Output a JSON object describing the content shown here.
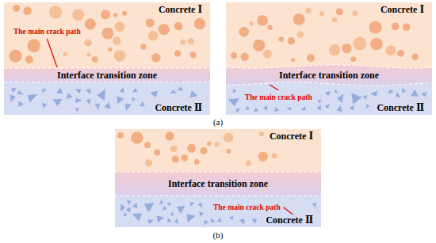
{
  "diagram": {
    "nodes": [
      {
        "text": [
          "Concrete Ⅰ"
        ]
      },
      {
        "text": [
          "Interface transition zone"
        ]
      },
      {
        "text": [
          "Concrete Ⅱ"
        ]
      },
      {
        "text": [
          "Concrete Ⅰ"
        ]
      },
      {
        "text": [
          "Interface transition zone"
        ]
      },
      {
        "text": [
          "Concrete Ⅱ"
        ]
      },
      {
        "text": [
          "Concrete Ⅰ"
        ]
      },
      {
        "text": [
          "Interface transition zone"
        ]
      },
      {
        "text": [
          "Concrete Ⅱ"
        ]
      }
    ],
    "labels": [
      "The main crack path",
      "The main crack path",
      "(a)",
      "The main crack path",
      "(b)"
    ]
  }
}
